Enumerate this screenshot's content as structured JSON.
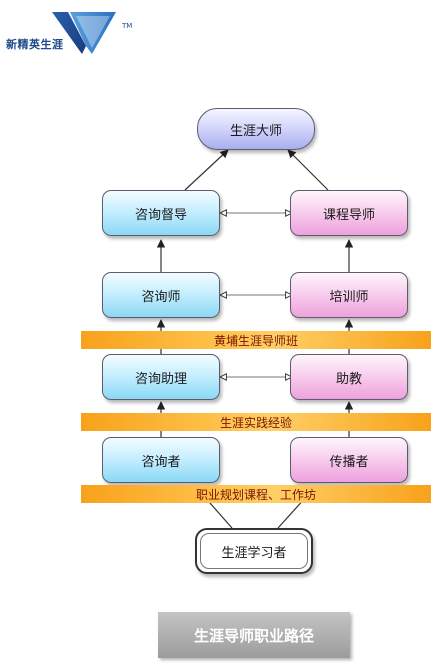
{
  "logo": {
    "text": "新精英生涯",
    "tm": "TM",
    "color": "#1e4a8a"
  },
  "nodes": {
    "career_master": "生涯大师",
    "consult_supervisor": "咨询督导",
    "course_mentor": "课程导师",
    "consultant": "咨询师",
    "trainer": "培训师",
    "consult_assistant": "咨询助理",
    "teaching_assistant": "助教",
    "consultee": "咨询者",
    "disseminator": "传播者",
    "learner": "生涯学习者"
  },
  "bands": {
    "huangpu": "黄埔生涯导师班",
    "practice": "生涯实践经验",
    "courses": "职业规划课程、工作坊"
  },
  "footer": "生涯导师职业路径",
  "colors": {
    "blue": "#8bd8f5",
    "pink": "#eda1dd",
    "top": "#a9adef",
    "band": "#f7a21a"
  }
}
